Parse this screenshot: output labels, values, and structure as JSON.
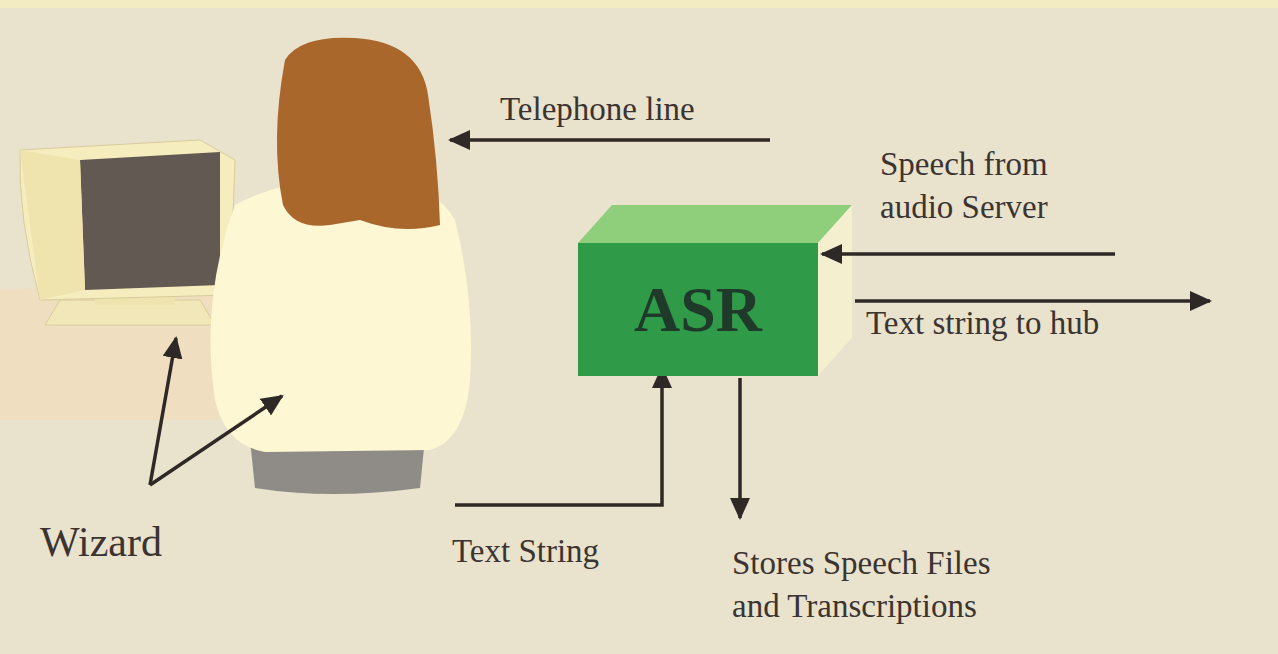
{
  "diagram": {
    "nodes": [
      {
        "text": [
          "ASR"
        ]
      }
    ],
    "labels": [
      "Telephone line",
      "Speech from audio Server",
      "Text string to hub",
      "Wizard",
      "Text String",
      "Stores Speech Files and Transcriptions"
    ]
  }
}
